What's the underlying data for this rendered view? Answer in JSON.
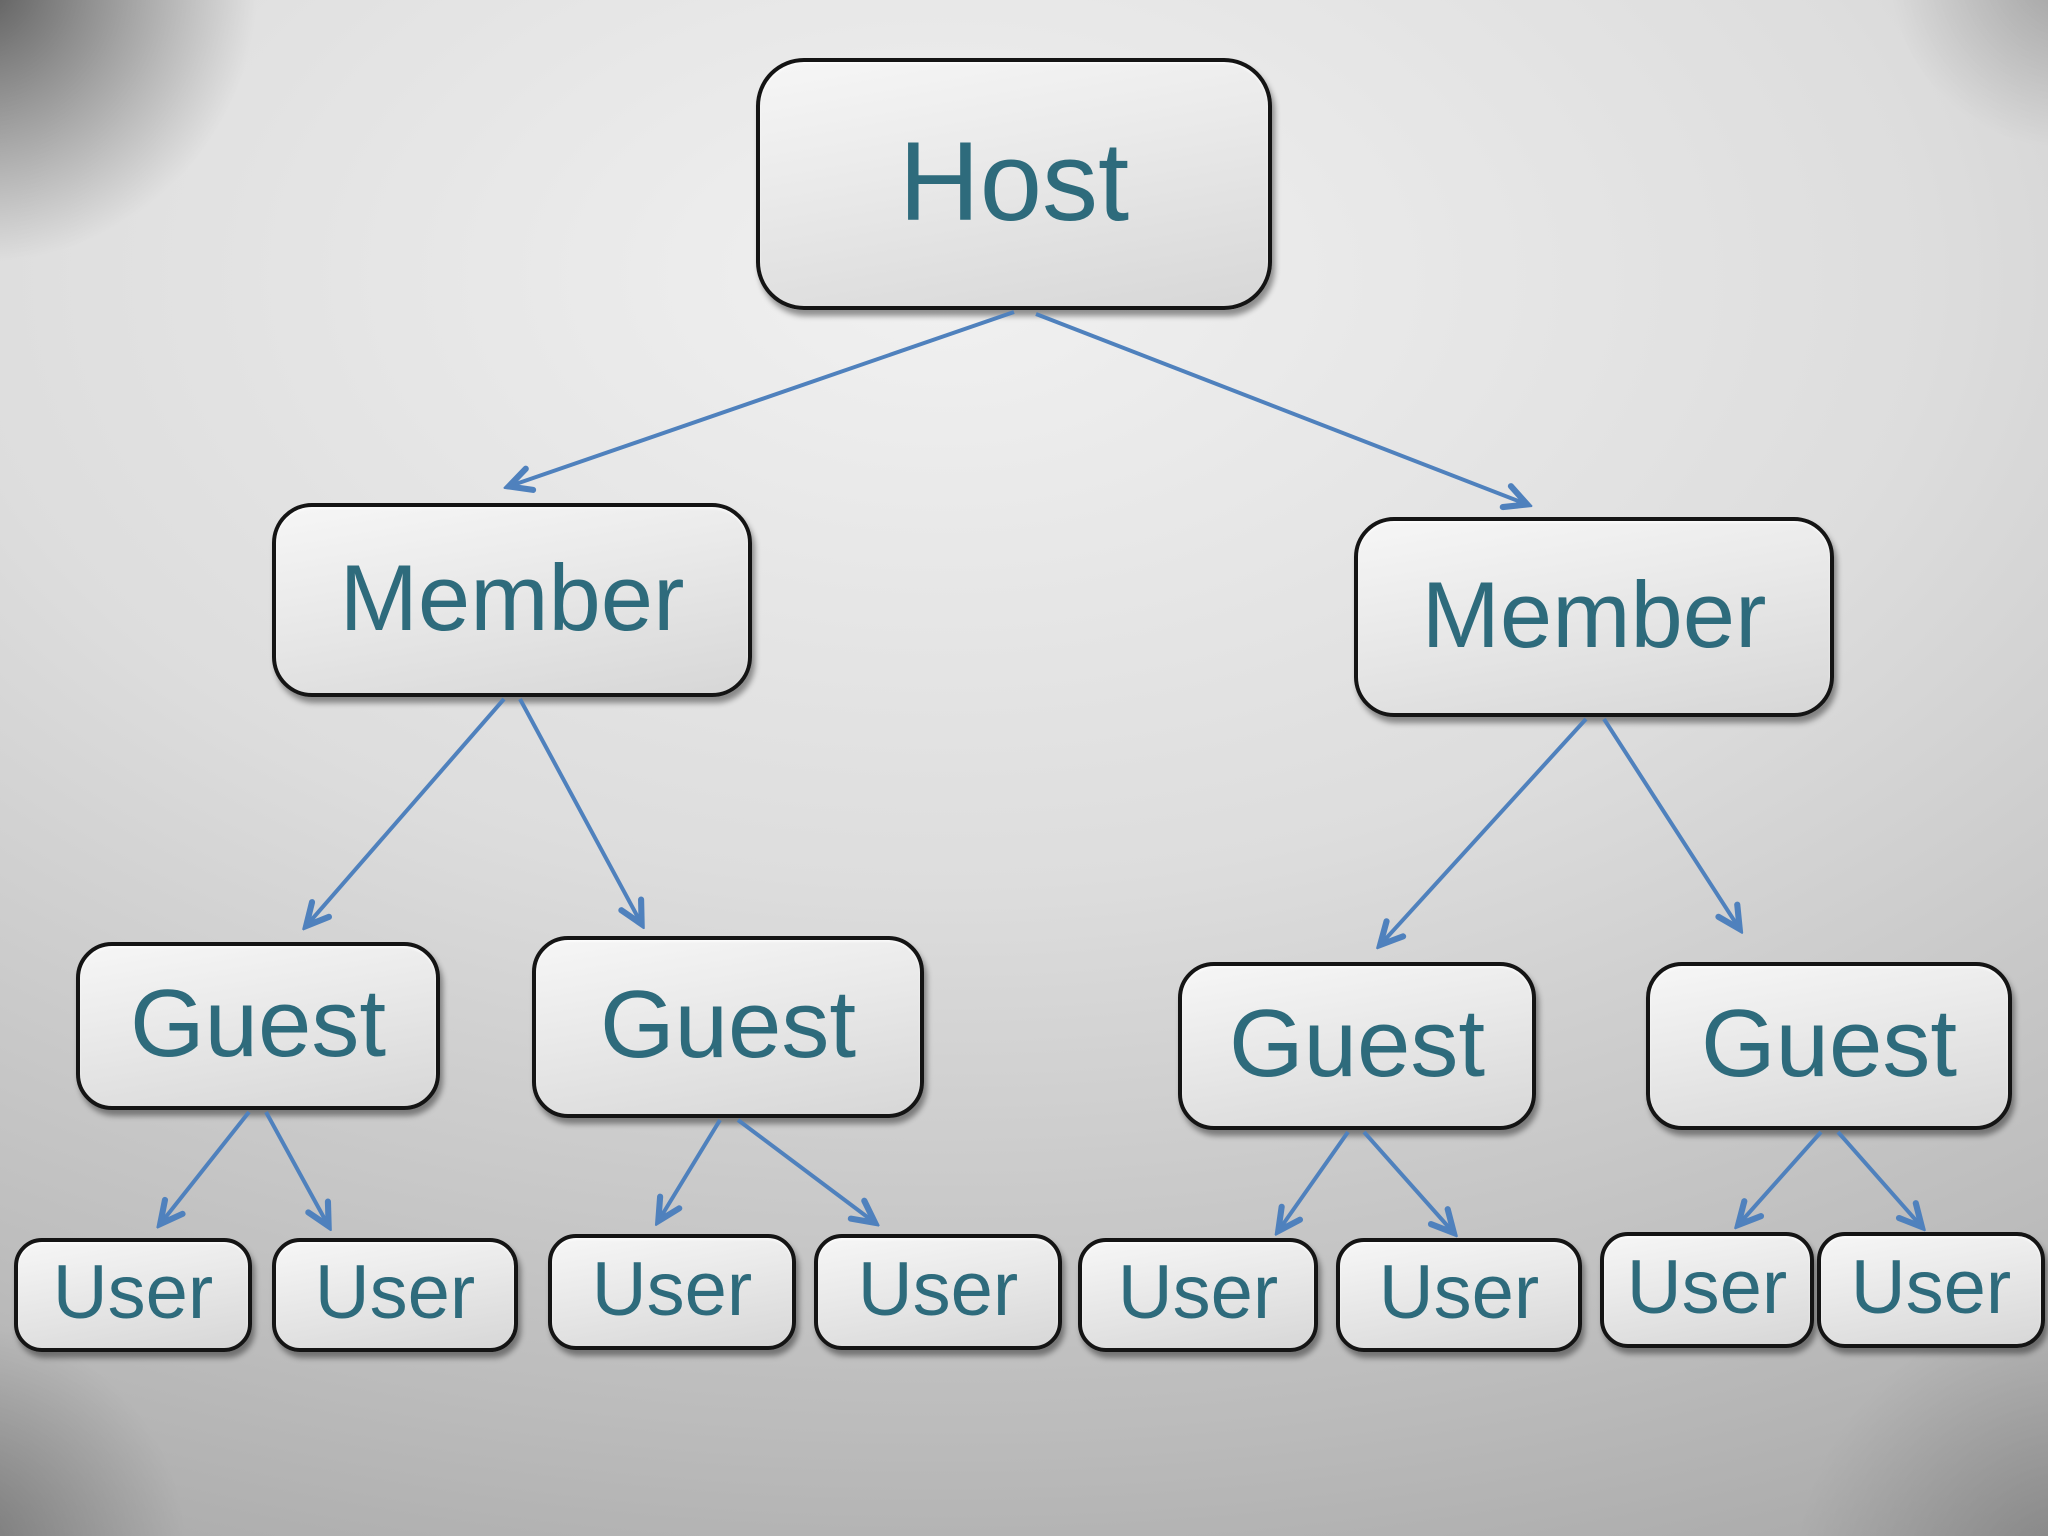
{
  "diagram": {
    "type": "hierarchy-tree",
    "levels": [
      "Host",
      "Member",
      "Guest",
      "User"
    ],
    "colors": {
      "node_text": "#2e6b7c",
      "arrow": "#4f81bd",
      "node_border": "#141414",
      "node_fill_top": "#f6f6f6",
      "node_fill_bottom": "#d7d7d7",
      "background_light": "#f1f1f1",
      "background_dark": "#959595"
    },
    "tree": {
      "id": "host",
      "label": "Host",
      "children": [
        {
          "id": "member-1",
          "label": "Member",
          "children": [
            {
              "id": "guest-1",
              "label": "Guest",
              "children": [
                {
                  "id": "user-1",
                  "label": "User",
                  "children": []
                },
                {
                  "id": "user-2",
                  "label": "User",
                  "children": []
                }
              ]
            },
            {
              "id": "guest-2",
              "label": "Guest",
              "children": [
                {
                  "id": "user-3",
                  "label": "User",
                  "children": []
                },
                {
                  "id": "user-4",
                  "label": "User",
                  "children": []
                }
              ]
            }
          ]
        },
        {
          "id": "member-2",
          "label": "Member",
          "children": [
            {
              "id": "guest-3",
              "label": "Guest",
              "children": [
                {
                  "id": "user-5",
                  "label": "User",
                  "children": []
                },
                {
                  "id": "user-6",
                  "label": "User",
                  "children": []
                }
              ]
            },
            {
              "id": "guest-4",
              "label": "Guest",
              "children": [
                {
                  "id": "user-7",
                  "label": "User",
                  "children": []
                },
                {
                  "id": "user-8",
                  "label": "User",
                  "children": []
                }
              ]
            }
          ]
        }
      ]
    }
  }
}
